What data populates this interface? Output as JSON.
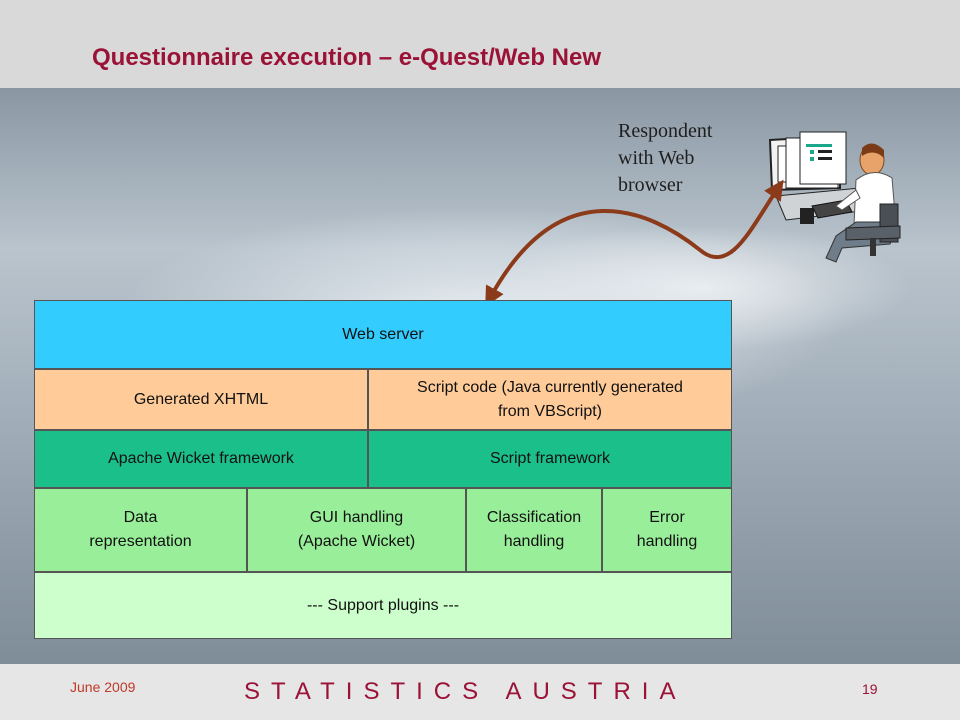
{
  "slide": {
    "title": "Questionnaire execution – e-Quest/Web New",
    "respondent_label": "Respondent with Web browser",
    "footer": {
      "date": "June 2009",
      "brand": "STATISTICS AUSTRIA",
      "page_number": "19"
    }
  },
  "diagram": {
    "web_server": "Web server",
    "generated_xhtml": "Generated XHTML",
    "script_code": "Script code (Java currently generated from VBScript)",
    "wicket_framework": "Apache Wicket framework",
    "script_framework": "Script framework",
    "data_representation": "Data representation",
    "gui_handling": "GUI handling (Apache Wicket)",
    "classification_handling": "Classification handling",
    "error_handling": "Error handling",
    "support_plugins": "--- Support plugins ---"
  },
  "colors": {
    "title": "#9b1237",
    "web_server": "#33ccff",
    "generated_layer": "#ffcc99",
    "framework_layer": "#1abf8a",
    "handling_layer": "#99ee99",
    "plugins_layer": "#ccffcc",
    "arrow": "#8b3a1a"
  },
  "icons": [
    "computer-user-icon"
  ]
}
